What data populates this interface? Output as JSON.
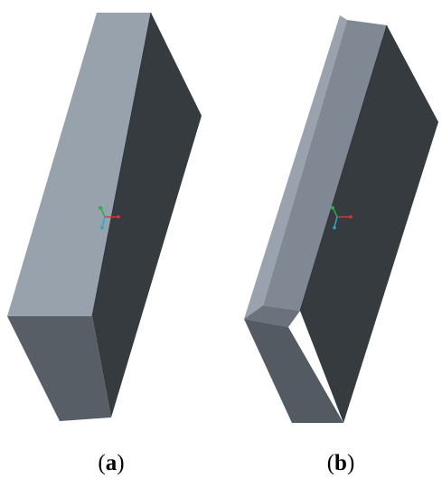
{
  "panels": [
    {
      "id": "a",
      "open": "(",
      "letter": "a",
      "close": ")",
      "variant": "plain-edge block",
      "colors": {
        "top_face": "#98a2ad",
        "front_face": "#363b40",
        "end_face": "#585e66"
      }
    },
    {
      "id": "b",
      "open": "(",
      "letter": "b",
      "close": ")",
      "variant": "chamfered-edge block",
      "colors": {
        "top_face": "#7f8893",
        "chamfer_face": "#99a2ad",
        "front_face": "#363b40",
        "end_face": "#545a62",
        "end_chamfer": "#6b727b"
      }
    }
  ],
  "triad_colors": {
    "x_axis": "#d8343a",
    "y_axis": "#23b04b",
    "z_axis": "#2aa6c8",
    "origin": "#555a60"
  }
}
